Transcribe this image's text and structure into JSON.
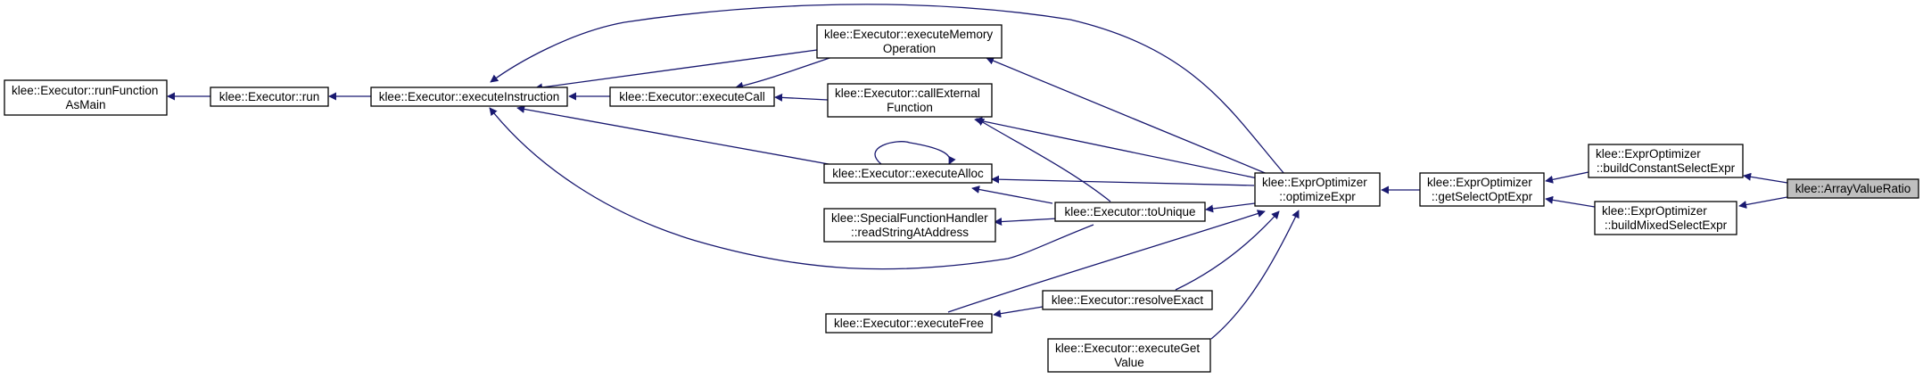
{
  "graph": {
    "edge_color": "#191970",
    "highlight_fill": "#bfbfbf",
    "nodes": {
      "arrayValueRatio": [
        "klee::ArrayValueRatio"
      ],
      "buildConstantSelectExpr": [
        "klee::ExprOptimizer",
        "::buildConstantSelectExpr"
      ],
      "buildMixedSelectExpr": [
        "klee::ExprOptimizer",
        "::buildMixedSelectExpr"
      ],
      "getSelectOptExpr": [
        "klee::ExprOptimizer",
        "::getSelectOptExpr"
      ],
      "optimizeExpr": [
        "klee::ExprOptimizer",
        "::optimizeExpr"
      ],
      "executeMemoryOperation": [
        "klee::Executor::executeMemory",
        "Operation"
      ],
      "callExternalFunction": [
        "klee::Executor::callExternal",
        "Function"
      ],
      "executeAlloc": [
        "klee::Executor::executeAlloc"
      ],
      "toUnique": [
        "klee::Executor::toUnique"
      ],
      "readStringAtAddress": [
        "klee::SpecialFunctionHandler",
        "::readStringAtAddress"
      ],
      "resolveExact": [
        "klee::Executor::resolveExact"
      ],
      "executeFree": [
        "klee::Executor::executeFree"
      ],
      "executeGetValue": [
        "klee::Executor::executeGet",
        "Value"
      ],
      "executeCall": [
        "klee::Executor::executeCall"
      ],
      "executeInstruction": [
        "klee::Executor::executeInstruction"
      ],
      "run": [
        "klee::Executor::run"
      ],
      "runFunctionAsMain": [
        "klee::Executor::runFunction",
        "AsMain"
      ]
    }
  }
}
